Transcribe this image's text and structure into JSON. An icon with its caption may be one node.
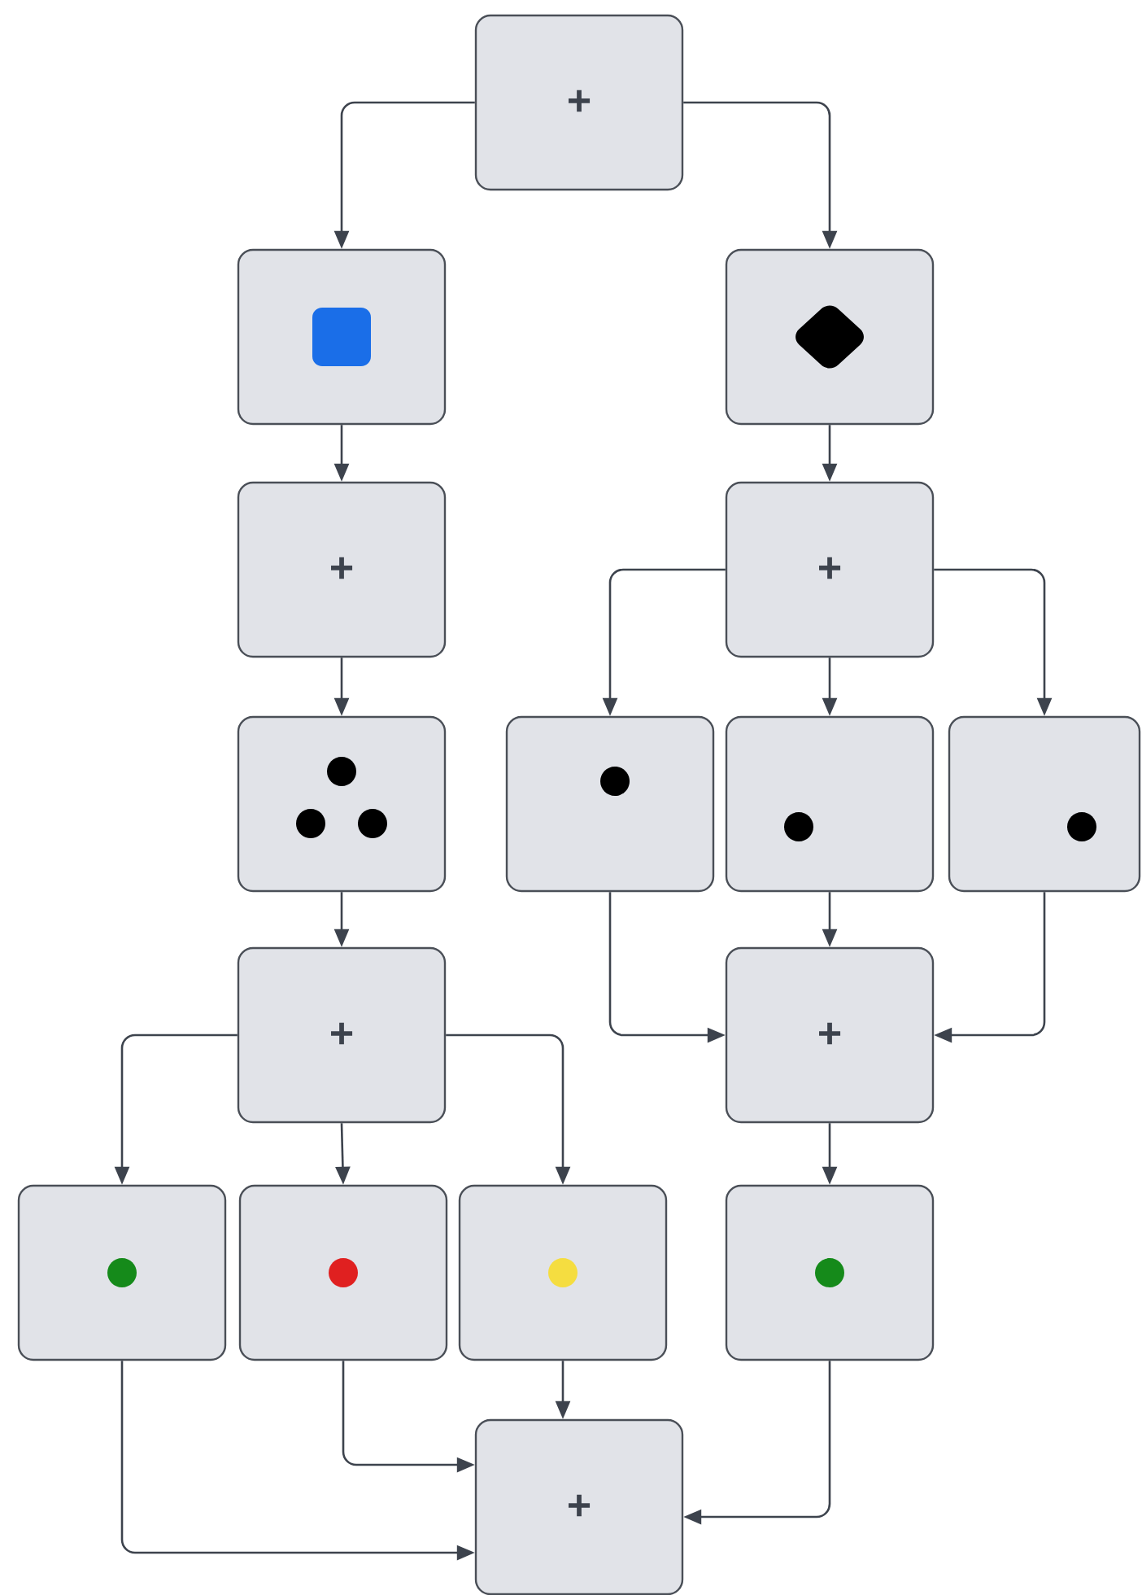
{
  "diagram": {
    "nodes": [
      {
        "text": [
          "+"
        ]
      },
      {
        "text": [],
        "shape": "box"
      },
      {
        "text": [],
        "shape": "box"
      },
      {
        "text": [
          "+"
        ]
      },
      {
        "text": [
          "+"
        ]
      },
      {
        "text": [],
        "shape": "box"
      },
      {
        "text": [],
        "shape": "box"
      },
      {
        "text": [],
        "shape": "box"
      },
      {
        "text": [],
        "shape": "box"
      },
      {
        "text": [
          "+"
        ]
      },
      {
        "text": [
          "+"
        ]
      },
      {
        "text": [],
        "shape": "box"
      },
      {
        "text": [],
        "shape": "box"
      },
      {
        "text": [],
        "shape": "box"
      },
      {
        "text": [],
        "shape": "box"
      },
      {
        "text": [
          "+"
        ]
      }
    ],
    "edges": [
      {
        "from": 0,
        "to": 1,
        "arrow": "to"
      },
      {
        "from": 0,
        "to": 2,
        "arrow": "to"
      },
      {
        "from": 1,
        "to": 3,
        "arrow": "to"
      },
      {
        "from": 2,
        "to": 4,
        "arrow": "to"
      },
      {
        "from": 3,
        "to": 5,
        "arrow": "to"
      },
      {
        "from": 4,
        "to": 6,
        "arrow": "to"
      },
      {
        "from": 4,
        "to": 7,
        "arrow": "to"
      },
      {
        "from": 4,
        "to": 8,
        "arrow": "to"
      },
      {
        "from": 5,
        "to": 9,
        "arrow": "to"
      },
      {
        "from": 6,
        "to": 10,
        "arrow": "to"
      },
      {
        "from": 7,
        "to": 10,
        "arrow": "to"
      },
      {
        "from": 8,
        "to": 10,
        "arrow": "to"
      },
      {
        "from": 9,
        "to": 11,
        "arrow": "to"
      },
      {
        "from": 9,
        "to": 12,
        "arrow": "to"
      },
      {
        "from": 9,
        "to": 13,
        "arrow": "to"
      },
      {
        "from": 10,
        "to": 14,
        "arrow": "to"
      },
      {
        "from": 11,
        "to": 15,
        "arrow": "to"
      },
      {
        "from": 12,
        "to": 15,
        "arrow": "to"
      },
      {
        "from": 13,
        "to": 15,
        "arrow": "to"
      },
      {
        "from": 14,
        "to": 15,
        "arrow": "to"
      }
    ]
  }
}
